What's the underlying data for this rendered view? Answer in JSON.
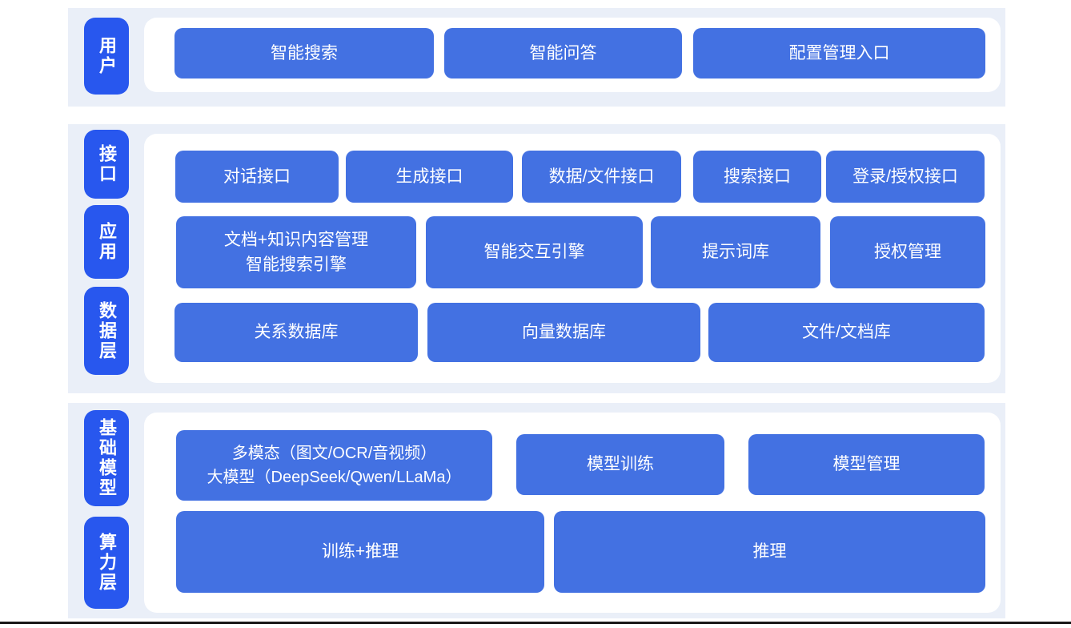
{
  "diagram_title": "",
  "colors": {
    "band_background": "#eaeff8",
    "panel_background": "#ffffff",
    "layer_label_blue": "#2857ee",
    "box_blue": "#4371e2",
    "text_color": "#ffffff",
    "bottom_rule": "#191919"
  },
  "groups": [
    {
      "side_labels": [
        "用户"
      ],
      "rows": [
        [
          "智能搜索",
          "智能问答",
          "配置管理入口"
        ]
      ]
    },
    {
      "side_labels": [
        "接口",
        "应用",
        "数据层"
      ],
      "rows": [
        [
          "对话接口",
          "生成接口",
          "数据/文件接口",
          "搜索接口",
          "登录/授权接口"
        ],
        [
          "文档+知识内容管理\n智能搜索引擎",
          "智能交互引擎",
          "提示词库",
          "授权管理"
        ],
        [
          "关系数据库",
          "向量数据库",
          "文件/文档库"
        ]
      ]
    },
    {
      "side_labels": [
        "基础模型",
        "算力层"
      ],
      "rows": [
        [
          "多模态（图文/OCR/音视频）\n大模型（DeepSeek/Qwen/LLaMa）",
          "模型训练",
          "模型管理"
        ],
        [
          "训练+推理",
          "推理"
        ]
      ]
    }
  ]
}
